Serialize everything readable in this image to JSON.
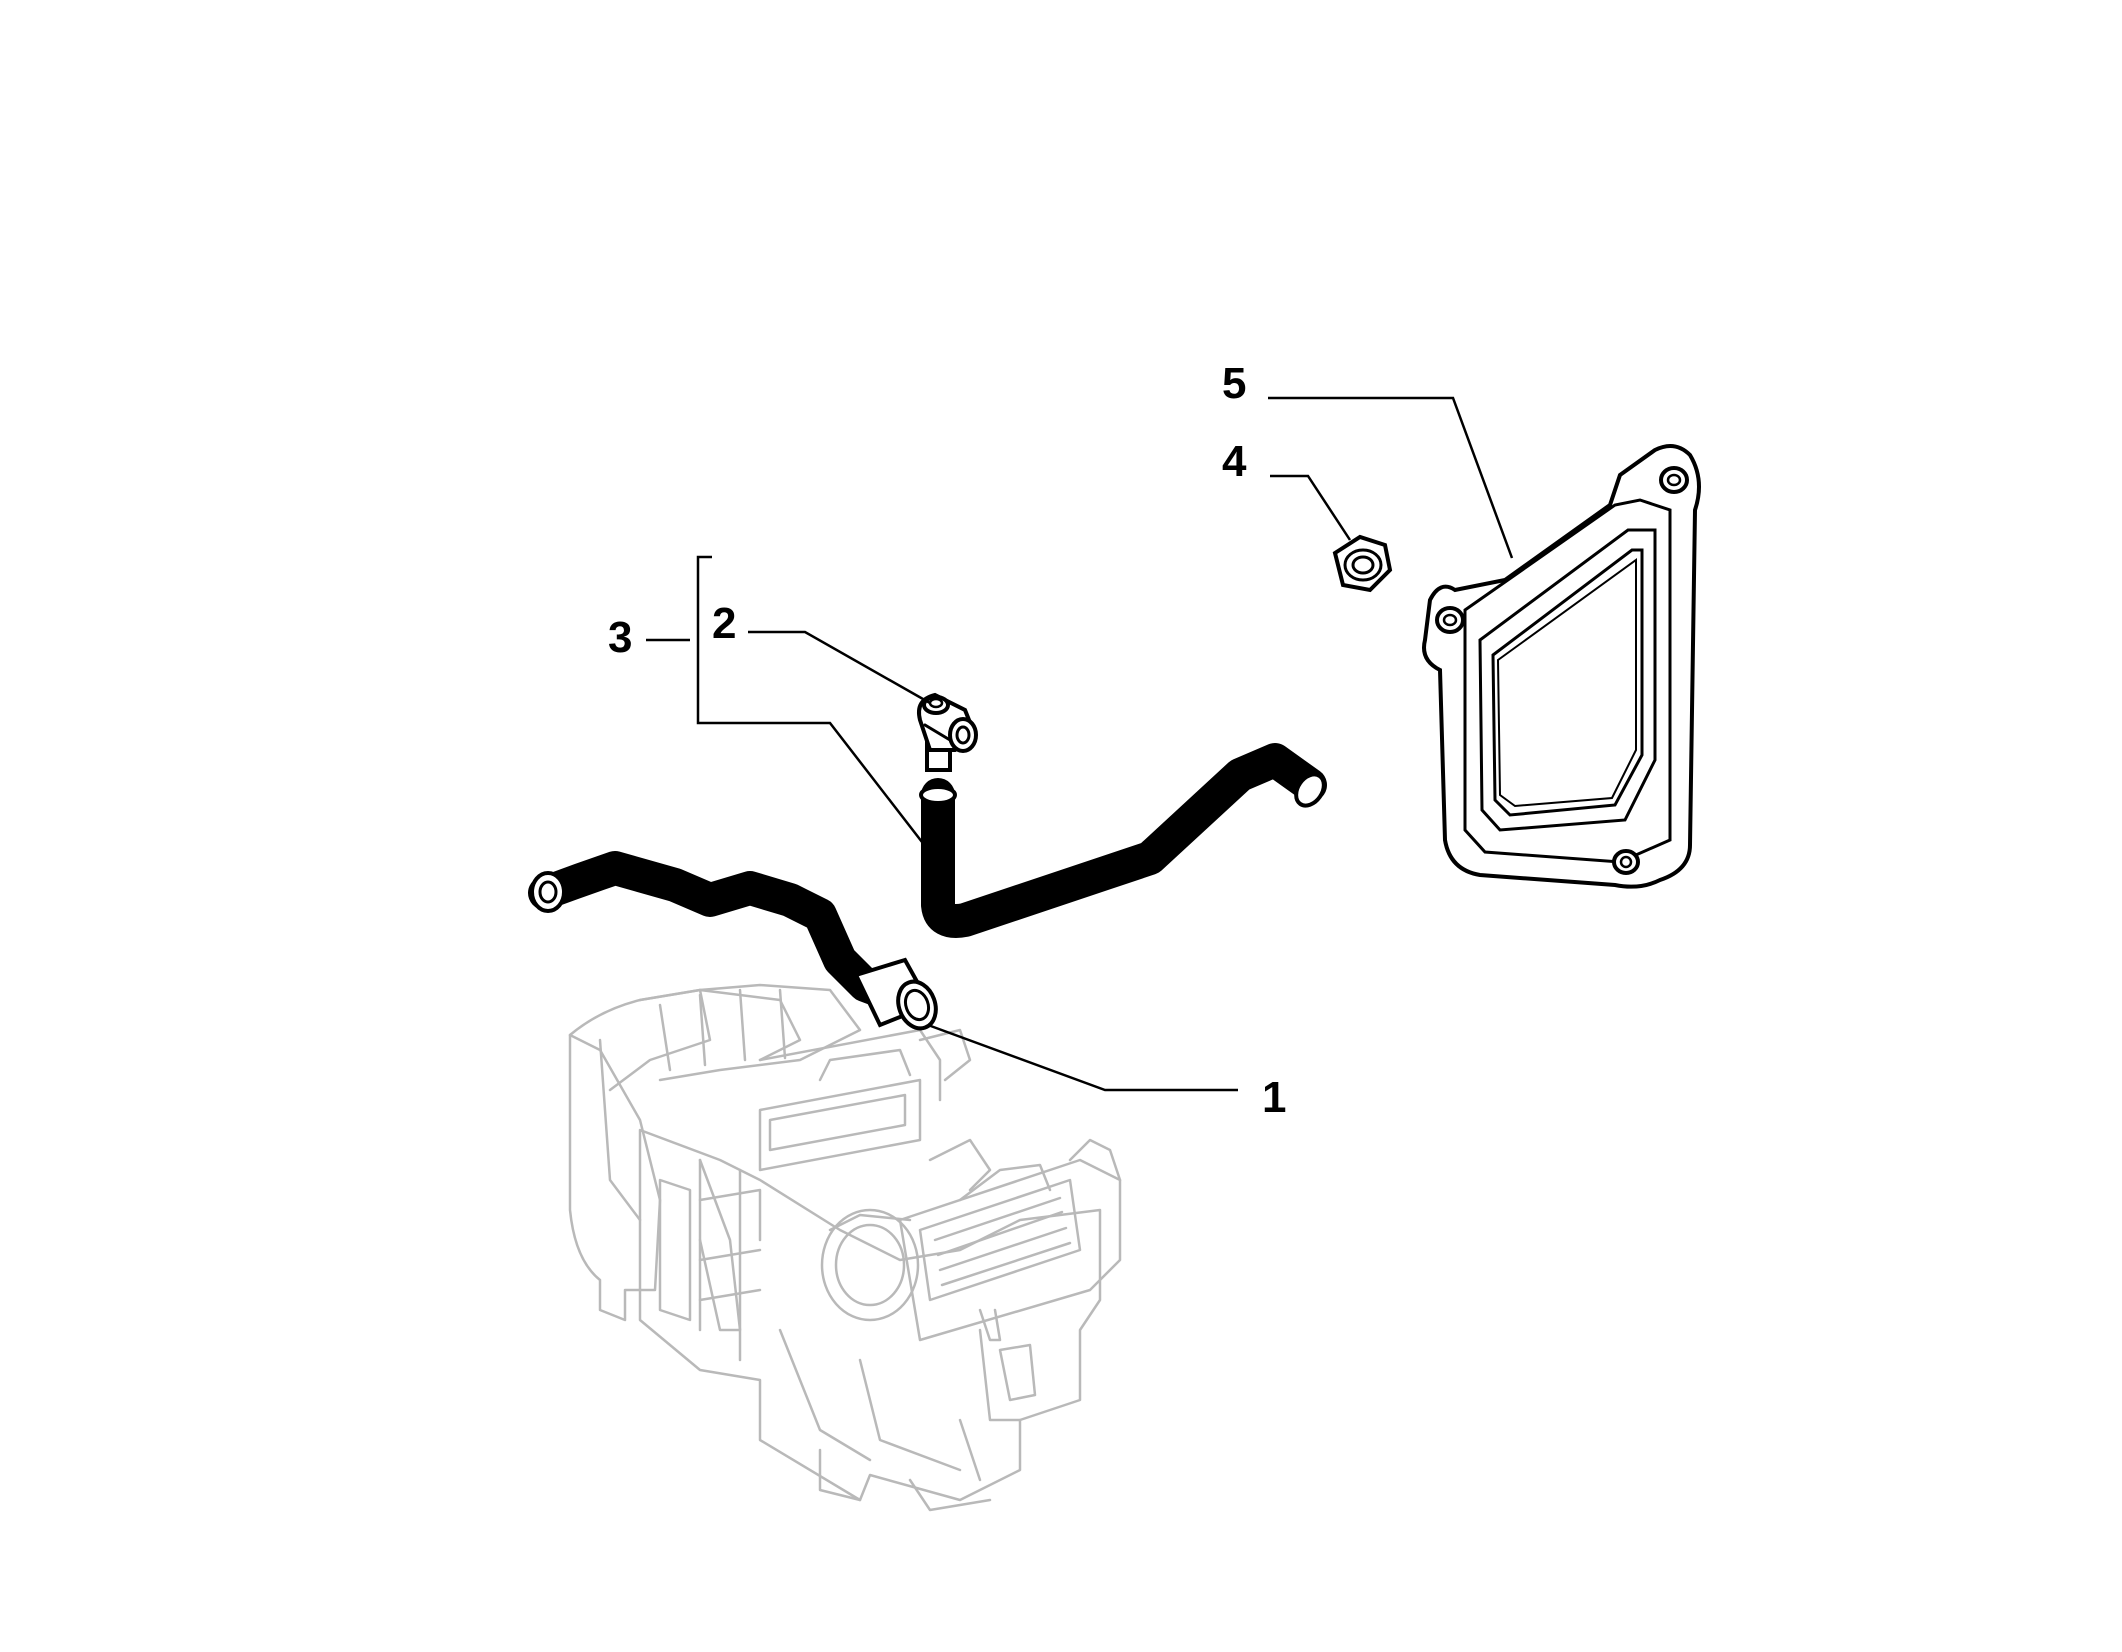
{
  "callouts": {
    "c1": "1",
    "c2": "2",
    "c3": "3",
    "c4": "4",
    "c5": "5"
  },
  "colors": {
    "line": "#000000",
    "ghost": "#b9b9b9",
    "background": "#ffffff"
  }
}
